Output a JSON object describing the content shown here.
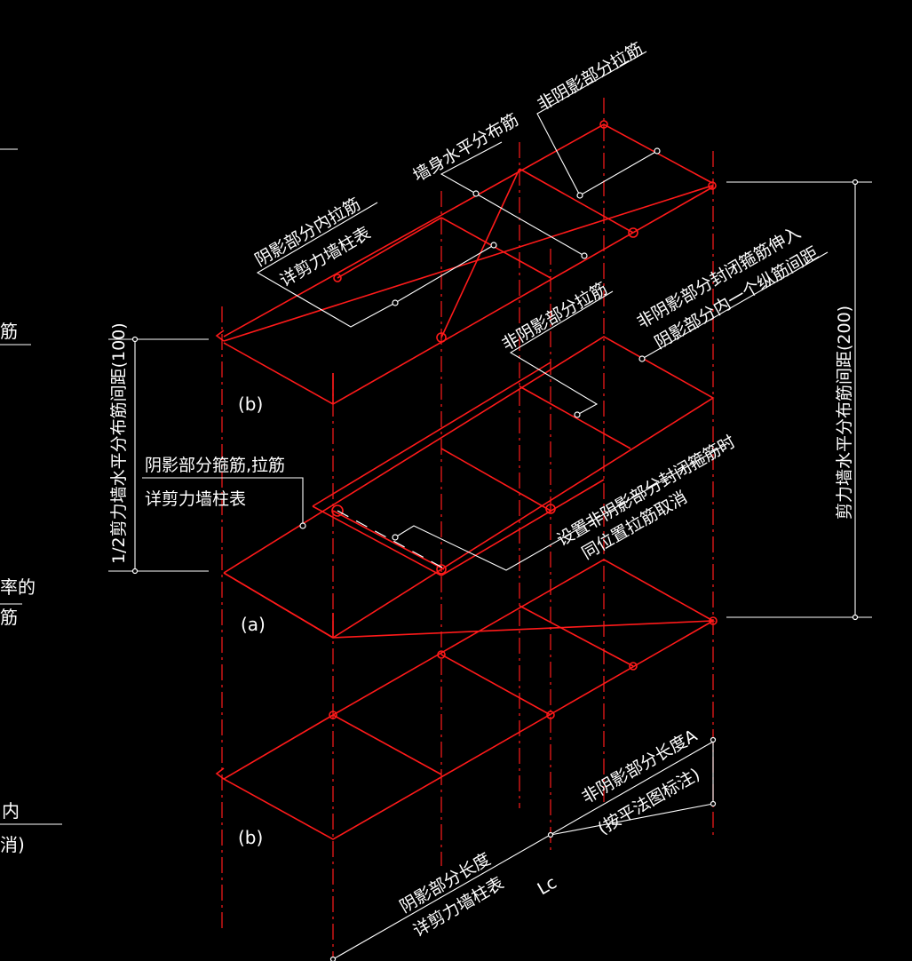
{
  "labels": {
    "top_nonshadow_tie": "非阴影部分拉筋",
    "wall_horizontal_bar": "墙身水平分布筋",
    "shadow_inner_tie_1": "阴影部分内拉筋",
    "shadow_inner_tie_2": "详剪力墙柱表",
    "nonshadow_tie_mid": "非阴影部分拉筋",
    "nonshadow_hoop_1": "非阴影部分封闭箍筋伸入",
    "nonshadow_hoop_2": "阴影部分内一个纵筋间距",
    "shadow_stirrup_1": "阴影部分箍筋,拉筋",
    "shadow_stirrup_2": "详剪力墙柱表",
    "cancel_note_1": "设置非阴影部分封闭箍筋时",
    "cancel_note_2": "同位置拉筋取消",
    "half_spacing": "1/2剪力墙水平分布筋间距(100)",
    "full_spacing": "剪力墙水平分布筋间距(200)",
    "nonshadow_length_1": "非阴影部分长度A",
    "nonshadow_length_2": "(按平法图标注)",
    "shadow_length_1": "阴影部分长度",
    "shadow_length_2": "详剪力墙柱表",
    "lc": "Lc",
    "level_b_top": "(b)",
    "level_a": "(a)",
    "level_b_bottom": "(b)"
  },
  "left_edge_fragments": [
    "筋",
    "率的",
    "筋",
    "内",
    "消)"
  ]
}
